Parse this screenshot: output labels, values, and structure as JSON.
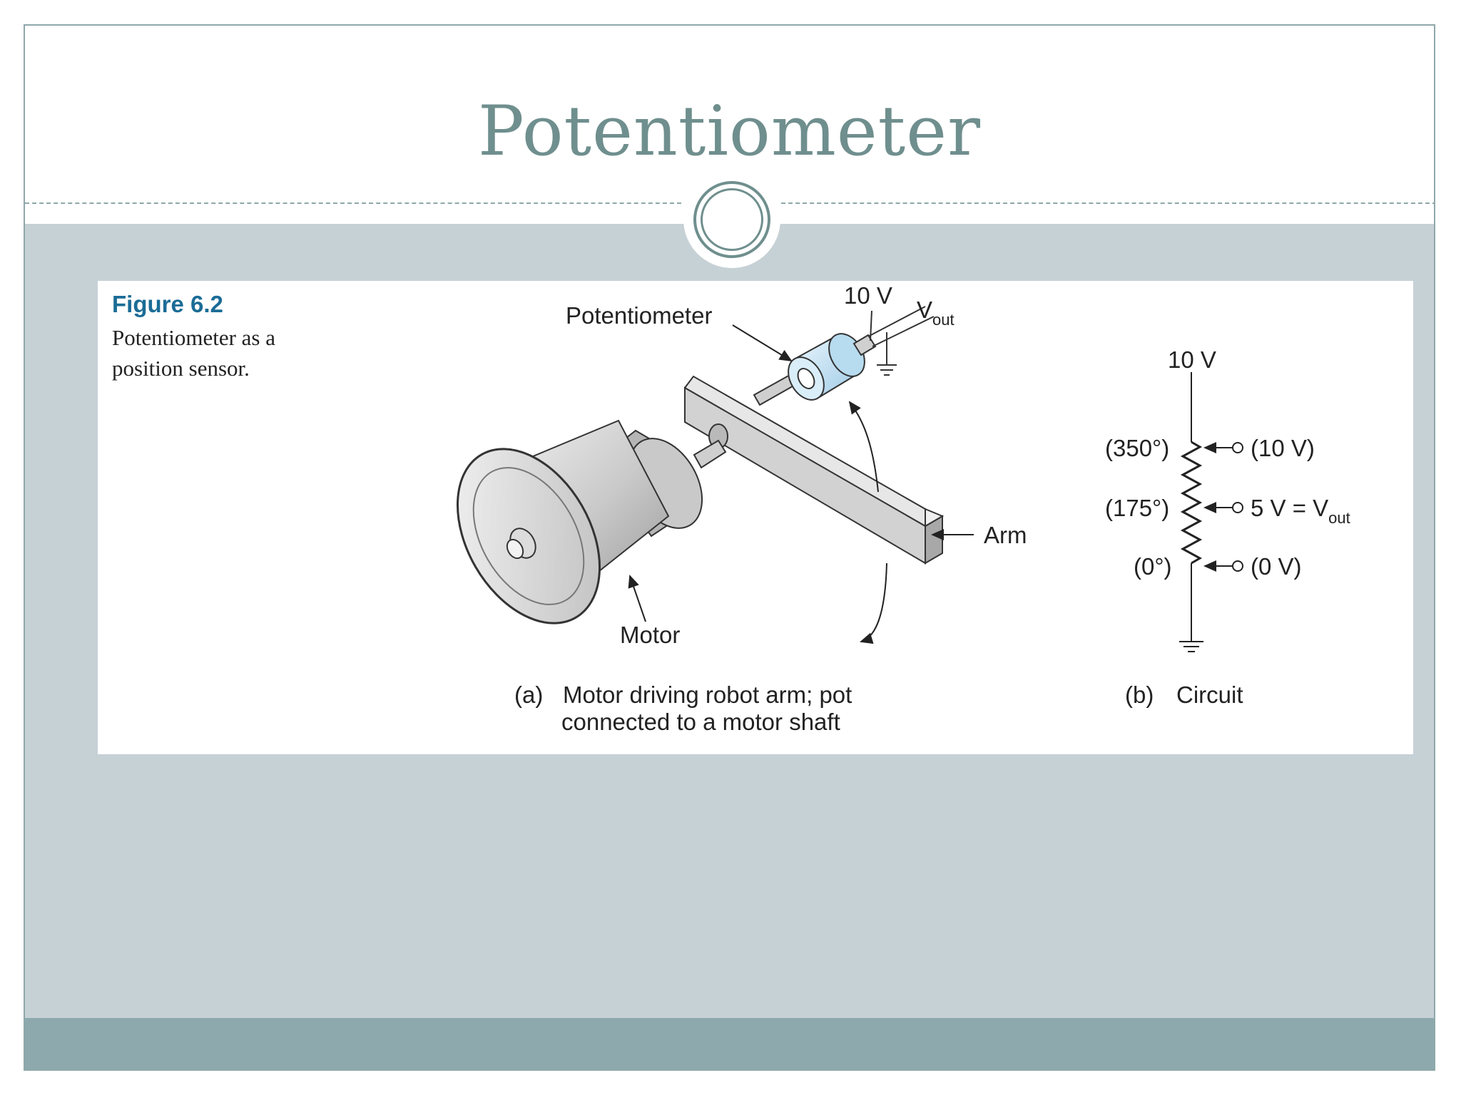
{
  "slide": {
    "title": "Potentiometer"
  },
  "figure": {
    "number": "Figure 6.2",
    "caption": "Potentiometer as a position sensor.",
    "part_a": {
      "label_potentiometer": "Potentiometer",
      "label_10v": "10 V",
      "label_vout_main": "V",
      "label_vout_sub": "out",
      "label_arm": "Arm",
      "label_motor": "Motor",
      "caption_prefix": "(a)",
      "caption_line1": "Motor driving robot arm; pot",
      "caption_line2": "connected to a motor shaft"
    },
    "part_b": {
      "supply_label": "10 V",
      "angle_top": "(350°)",
      "angle_mid": "(175°)",
      "angle_bottom": "(0°)",
      "voltage_top": "(10 V)",
      "voltage_mid_prefix": "5 V = V",
      "voltage_mid_sub": "out",
      "voltage_bottom": "(0 V)",
      "caption_prefix": "(b)",
      "caption": "Circuit"
    }
  },
  "colors": {
    "title": "#6f8f8e",
    "content_background": "#c6d1d6",
    "footer": "#8da9ad",
    "figure_number": "#1a6c96",
    "potentiometer_fill": "#cfe6f4"
  }
}
